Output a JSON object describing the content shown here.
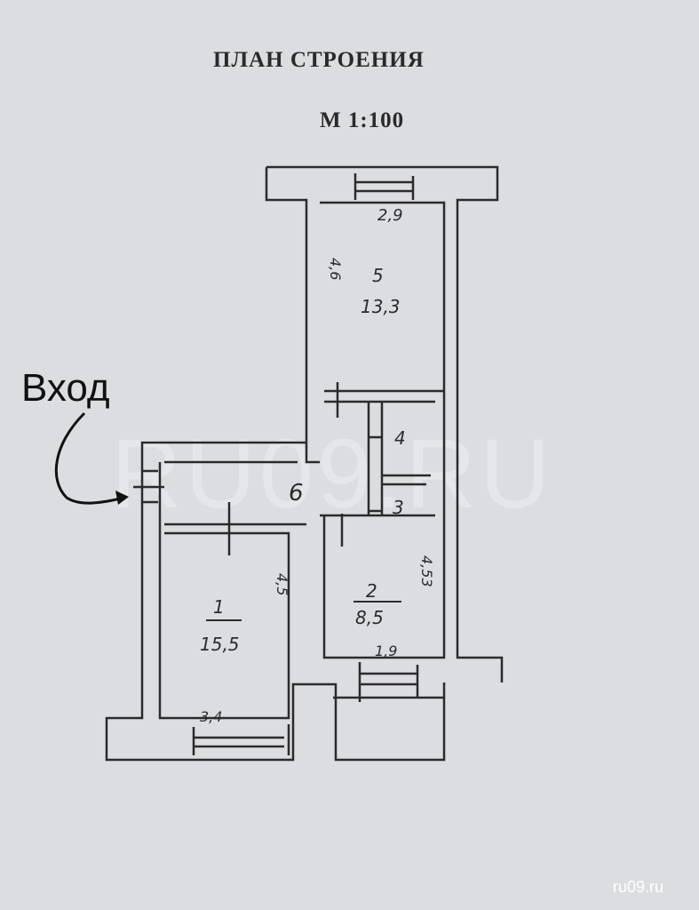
{
  "header": {
    "title": "ПЛАН СТРОЕНИЯ",
    "scale": "М 1:100"
  },
  "annotation": {
    "entry_label": "Вход"
  },
  "rooms": [
    {
      "number": "1",
      "area": "15,5",
      "width": "3,4",
      "length": "4,5"
    },
    {
      "number": "2",
      "area": "8,5",
      "width": "1,9",
      "length": "4,53"
    },
    {
      "number": "3"
    },
    {
      "number": "4"
    },
    {
      "number": "5",
      "area": "13,3",
      "width": "2,9",
      "length": "4,6"
    },
    {
      "number": "6"
    }
  ],
  "watermark": "RU09.RU",
  "footer": {
    "site": "ru09.ru"
  }
}
